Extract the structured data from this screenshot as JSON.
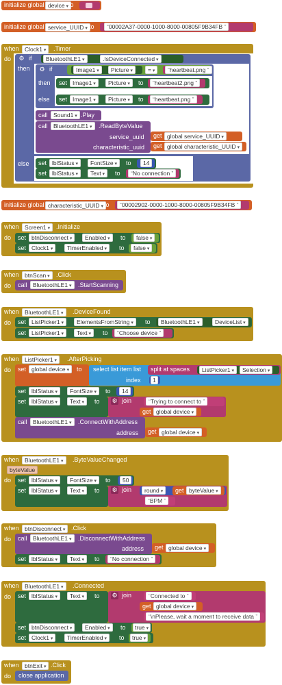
{
  "blocks": {
    "init_device": {
      "label": "initialize global",
      "name": "device",
      "to": "to"
    },
    "init_service": {
      "label": "initialize global",
      "name": "service_UUID",
      "to": "to",
      "value": "00002A37-0000-1000-8000-00805F9B34FB"
    },
    "timer": {
      "when": "when",
      "component": "Clock1",
      "event": ".Timer",
      "do": "do",
      "if": "if",
      "then": "then",
      "else": "else",
      "ble": "BluetoothLE1",
      "isconnected": ".IsDeviceConnected",
      "img": "Image1",
      "picture": "Picture",
      "eq": "=",
      "hb": "heartbeat.png",
      "set": "set",
      "to": "to",
      "hb2": "heartbeat2.png",
      "call": "call",
      "sound": "Sound1",
      "play": ".Play",
      "readbyte": ".ReadByteValue",
      "service_uuid_lbl": "service_uuid",
      "char_uuid_lbl": "characteristic_uuid",
      "get": "get",
      "g_service": "global service_UUID",
      "g_char": "global characteristic_UUID",
      "lbl": "lblStatus",
      "fontsize": "FontSize",
      "fs14": "14",
      "text": "Text",
      "noconn": "No connection"
    },
    "init_char": {
      "label": "initialize global",
      "name": "characteristic_UUID",
      "to": "to",
      "value": "00002902-0000-1000-8000-00805F9B34FB"
    },
    "screen_init": {
      "when": "when",
      "component": "Screen1",
      "event": ".Initialize",
      "do": "do",
      "set": "set",
      "to": "to",
      "btn": "btnDisconnect",
      "enabled": "Enabled",
      "false1": "false",
      "clock": "Clock1",
      "timerenabled": "TimerEnabled",
      "false2": "false"
    },
    "scan": {
      "when": "when",
      "component": "btnScan",
      "event": ".Click",
      "do": "do",
      "call": "call",
      "ble": "BluetoothLE1",
      "method": ".StartScanning"
    },
    "found": {
      "when": "when",
      "component": "BluetoothLE1",
      "event": ".DeviceFound",
      "do": "do",
      "set": "set",
      "to": "to",
      "picker": "ListPicker1",
      "elements": "ElementsFromString",
      "ble": "BluetoothLE1",
      "devlist": "DeviceList",
      "text": "Text",
      "choose": "Choose device"
    },
    "afterpick": {
      "when": "when",
      "component": "ListPicker1",
      "event": ".AfterPicking",
      "do": "do",
      "set": "set",
      "g_device": "global device",
      "to": "to",
      "select": "select list item  list",
      "split": "split at spaces",
      "picker": "ListPicker1",
      "selection": "Selection",
      "index": "index",
      "idx": "1",
      "lbl": "lblStatus",
      "fontsize": "FontSize",
      "fs14": "14",
      "text": "Text",
      "join": "join",
      "trying": "Trying to connect to",
      "get": "get",
      "call": "call",
      "ble": "BluetoothLE1",
      "connect": ".ConnectWithAddress",
      "address": "address"
    },
    "bytechanged": {
      "when": "when",
      "component": "BluetoothLE1",
      "event": ".ByteValueChanged",
      "param": "byteValue",
      "do": "do",
      "set": "set",
      "lbl": "lblStatus",
      "fontsize": "FontSize",
      "to": "to",
      "fs50": "50",
      "text": "Text",
      "join": "join",
      "round": "round",
      "get": "get",
      "bytevalue": "byteValue",
      "bpm": "BPM"
    },
    "disconnect": {
      "when": "when",
      "component": "btnDisconnect",
      "event": ".Click",
      "do": "do",
      "call": "call",
      "ble": "BluetoothLE1",
      "method": ".DisconnectWithAddress",
      "address": "address",
      "get": "get",
      "g_device": "global device",
      "set": "set",
      "lbl": "lblStatus",
      "text": "Text",
      "to": "to",
      "noconn": "No connection"
    },
    "connected": {
      "when": "when",
      "component": "BluetoothLE1",
      "event": ".Connected",
      "do": "do",
      "set": "set",
      "lbl": "lblStatus",
      "text": "Text",
      "to": "to",
      "join": "join",
      "connto": "Connected to",
      "get": "get",
      "g_device": "global device",
      "wait": "\\nPlease, wait a moment to receive data",
      "btn": "btnDisconnect",
      "enabled": "Enabled",
      "true1": "true",
      "clock": "Clock1",
      "timerenabled": "TimerEnabled",
      "true2": "true"
    },
    "exit": {
      "when": "when",
      "component": "btnExit",
      "event": ".Click",
      "do": "do",
      "close": "close application"
    }
  }
}
